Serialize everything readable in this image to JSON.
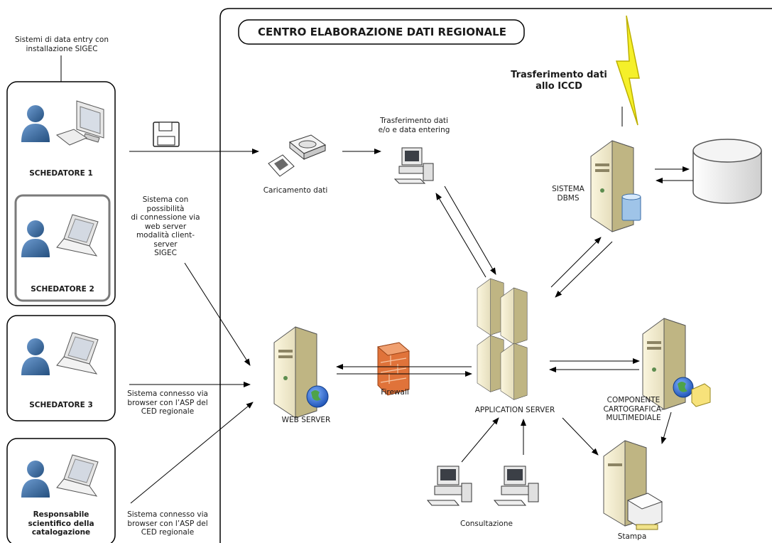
{
  "left": {
    "caption": "Sistemi di data entry con\ninstallazione SIGEC",
    "users": [
      "SCHEDATORE 1",
      "SCHEDATORE 2",
      "SCHEDATORE 3",
      "Responsabile\nscientifico della\ncatalogazione"
    ],
    "note_client_server": "Sistema con\npossibilità\ndi connessione via\nweb server\nmodalità client-\nserver\nSIGEC",
    "note_browser_1": "Sistema connesso via\nbrowser con l’ASP del\nCED regionale",
    "note_browser_2": "Sistema connesso via\nbrowser con l’ASP del\nCED regionale"
  },
  "ced": {
    "title": "CENTRO ELABORAZIONE DATI REGIONALE",
    "iccd": "Trasferimento dati\nallo ICCD",
    "caricamento": "Caricamento dati",
    "trasferimento": "Trasferimento dati\ne/o e data entering",
    "dbms": "SISTEMA\nDBMS",
    "web_server": "WEB SERVER",
    "firewall": "Firewall",
    "app_server": "APPLICATION SERVER",
    "cartografica": "COMPONENTE\nCARTOGRAFICA-\nMULTIMEDIALE",
    "consultazione": "Consultazione",
    "stampa": "Stampa"
  },
  "colors": {
    "person": "#3a6ea5",
    "server": "#efe7c4",
    "firewall": "#e0733a",
    "lightning": "#f5f02a",
    "globe": "#2a66c8"
  }
}
